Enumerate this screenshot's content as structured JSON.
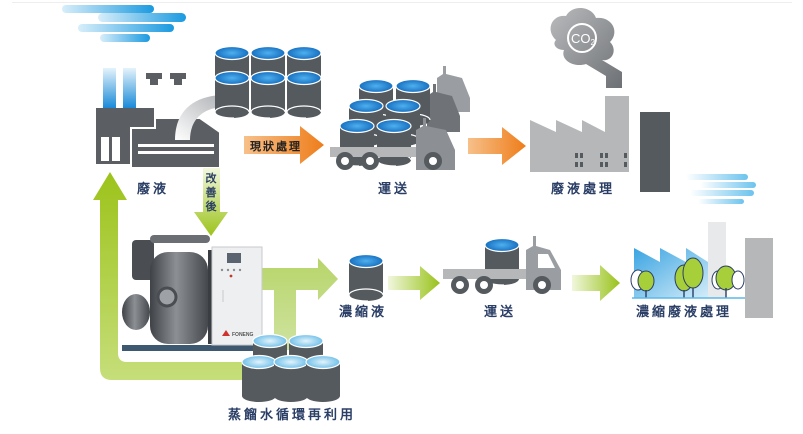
{
  "diagram": {
    "title": "Wastewater evaporation and distillate recycling process",
    "colors": {
      "label_text": "#2b3f66",
      "orange_arrow": "#ee7d1a",
      "green_arrow": "#9cc31a",
      "dark_gray": "#555a5f",
      "mid_gray": "#8c8f93",
      "light_gray": "#b5b7b9",
      "barrel_blue": "#1a7fd1",
      "light_blue": "#5bb8e8"
    },
    "current_path": {
      "source_label": "廢液",
      "arrow_label": "現狀處理",
      "transport_label": "運送",
      "treatment_label": "廢液處理",
      "emission_label": "CO2"
    },
    "improved_path": {
      "arrow_label": "改善後",
      "concentrate_label": "濃縮液",
      "transport_label": "運送",
      "treatment_label": "濃縮廢液處理",
      "recycle_label": "蒸餾水循環再利用",
      "machine_brand": "FONENG"
    }
  }
}
